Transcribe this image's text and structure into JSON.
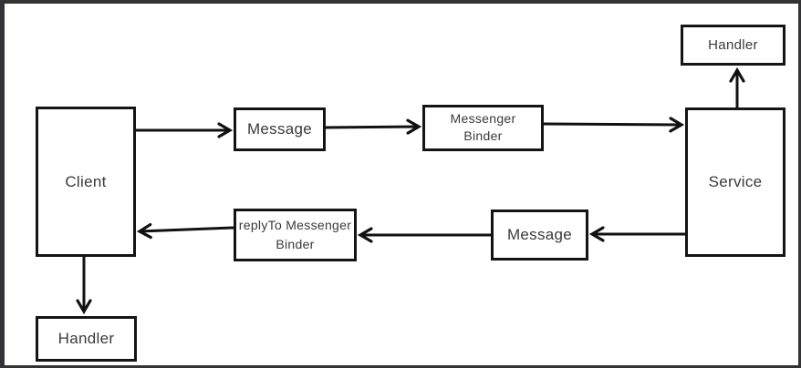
{
  "diagram": {
    "description": "Client-Service messenger binder flow diagram",
    "nodes": {
      "client": {
        "label": "Client"
      },
      "message_top": {
        "label": "Message"
      },
      "messenger_binder": {
        "line1": "Messenger",
        "line2": "Binder"
      },
      "service": {
        "label": "Service"
      },
      "handler_top": {
        "label": "Handler"
      },
      "replyto_binder": {
        "line1": "replyTo Messenger",
        "line2": "Binder"
      },
      "message_bottom": {
        "label": "Message"
      },
      "handler_bottom": {
        "label": "Handler"
      }
    },
    "edges": [
      {
        "from": "client",
        "to": "message_top"
      },
      {
        "from": "message_top",
        "to": "messenger_binder"
      },
      {
        "from": "messenger_binder",
        "to": "service"
      },
      {
        "from": "service",
        "to": "handler_top"
      },
      {
        "from": "service",
        "to": "message_bottom"
      },
      {
        "from": "message_bottom",
        "to": "replyto_binder"
      },
      {
        "from": "replyto_binder",
        "to": "client"
      },
      {
        "from": "client",
        "to": "handler_bottom"
      }
    ],
    "colors": {
      "line": "#111111",
      "frame": "#333337",
      "background": "#ffffff",
      "text": "#3a3a3a"
    }
  }
}
